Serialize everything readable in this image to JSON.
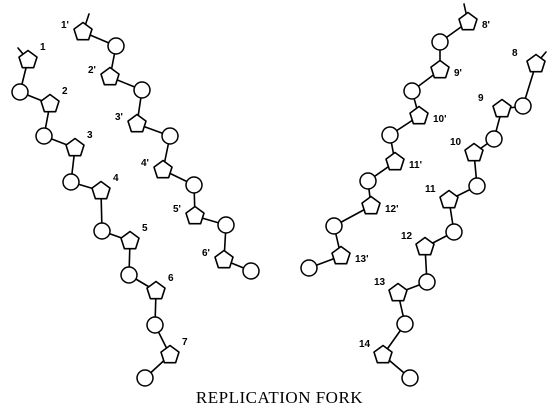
{
  "title": "REPLICATION FORK",
  "strands": [
    {
      "id": "left-outer",
      "labels": [
        "1",
        "2",
        "3",
        "4",
        "5",
        "6",
        "7"
      ]
    },
    {
      "id": "left-inner",
      "labels": [
        "1'",
        "2'",
        "3'",
        "4'",
        "5'",
        "6'"
      ]
    },
    {
      "id": "right-inner",
      "labels": [
        "8'",
        "9'",
        "10'",
        "11'",
        "12'",
        "13'"
      ]
    },
    {
      "id": "right-outer",
      "labels": [
        "8",
        "9",
        "10",
        "11",
        "12",
        "13",
        "14"
      ]
    }
  ]
}
